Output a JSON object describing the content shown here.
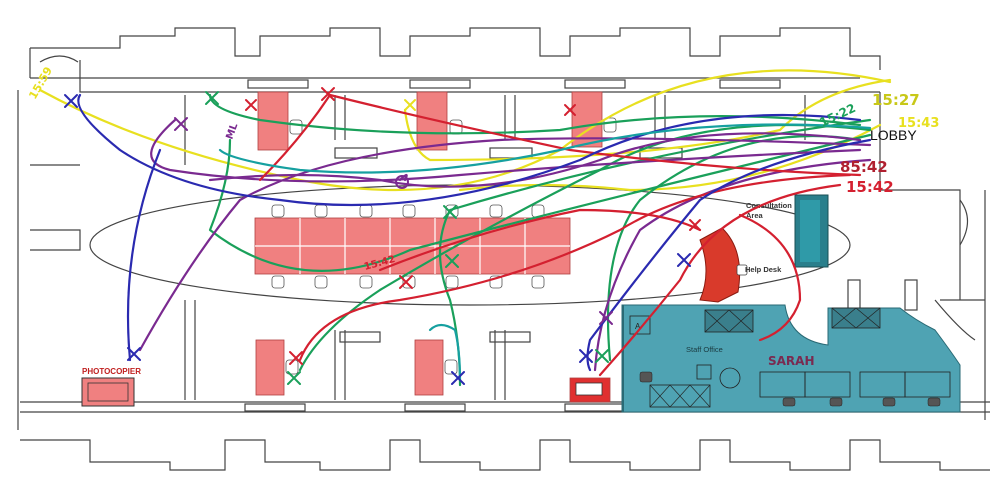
{
  "labels": {
    "photocopier": "PHOTOCOPIER",
    "consultation_line1": "Consultation",
    "consultation_line2": "Area",
    "help_desk": "Help Desk",
    "staff_office": "Staff Office",
    "lobby": "LOBBY"
  },
  "annotations": {
    "t1": "15:27",
    "t2": "15:43",
    "t3": "15:22",
    "t4": "85:42",
    "t5": "15:42",
    "t6": "15:59",
    "t7": "15:42",
    "name": "SARAH"
  },
  "colors": {
    "desk": "#f08080",
    "staff_office": "#4fa3b3",
    "consultation": "#2a7f8c",
    "help_desk": "#d93a2b",
    "path_yellow": "#e8e020",
    "path_green": "#1aa05a",
    "path_purple": "#7a2a90",
    "path_red": "#d42030",
    "path_navy": "#2a2ab0",
    "path_teal": "#16a0a0",
    "path_olive": "#7a9a20"
  },
  "icons": [
    "x-marker-icon",
    "chair-icon",
    "bin-icon"
  ]
}
